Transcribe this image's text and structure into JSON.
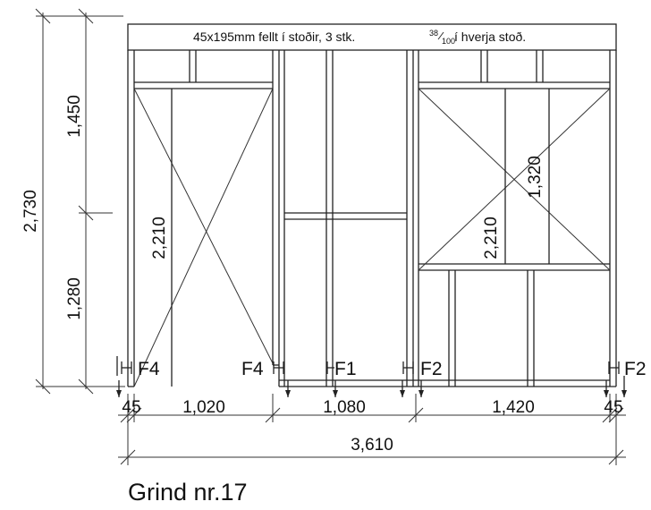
{
  "header": {
    "text_before": "45x195mm fellt í stoðir, 3 stk. ",
    "frac_num": "38",
    "frac_den": "100",
    "text_after": " í hverja stoð."
  },
  "dimensions": {
    "total_height": "2,730",
    "upper_height": "1,450",
    "lower_height": "1,280",
    "opening_left_height": "2,210",
    "opening_right_height": "2,210",
    "window_height": "1,320",
    "left_post": "45",
    "left_span": "1,020",
    "middle_span": "1,080",
    "right_span": "1,420",
    "right_post": "45",
    "total_width": "3,610"
  },
  "fixings": {
    "f4_left": "F4",
    "f4_middle": "F4",
    "f1": "F1",
    "f2_middle": "F2",
    "f2_right": "F2"
  },
  "title": "Grind nr.17"
}
